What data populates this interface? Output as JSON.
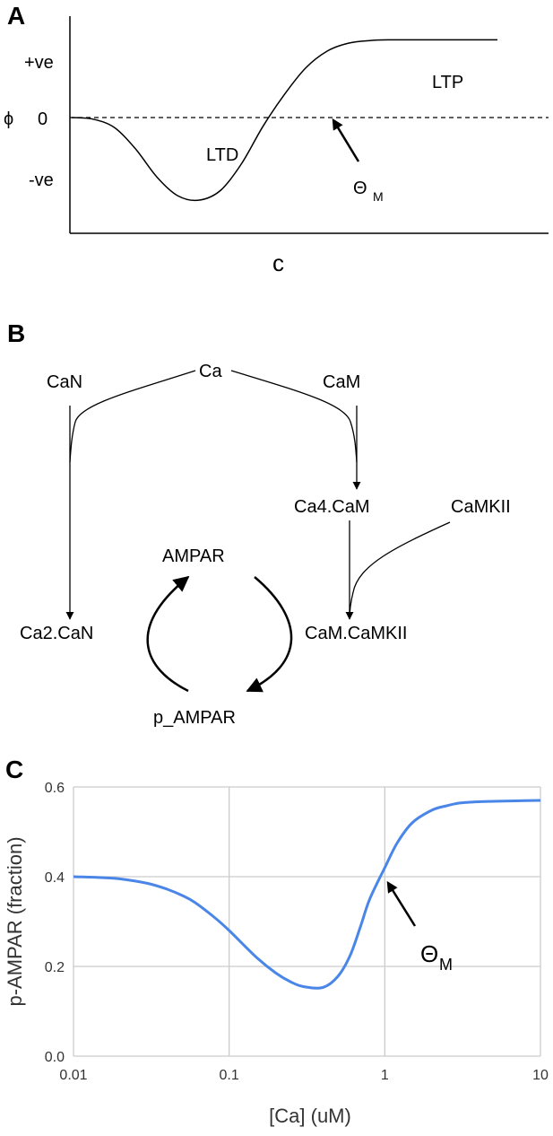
{
  "panel_a": {
    "letter": "A",
    "ylabel": "ϕ",
    "xlabel": "c",
    "tick_pos": "+ve",
    "tick_zero": "0",
    "tick_neg": "-ve",
    "ltd_label": "LTD",
    "ltp_label": "LTP",
    "theta_symbol": "Θ",
    "theta_sub": "M"
  },
  "panel_b": {
    "letter": "B",
    "nodes": {
      "ca": "Ca",
      "can": "CaN",
      "cam": "CaM",
      "ca4cam": "Ca4.CaM",
      "camkii": "CaMKII",
      "ampar": "AMPAR",
      "ca2can": "Ca2.CaN",
      "camcamkii": "CaM.CaMKII",
      "p_ampar": "p_AMPAR"
    }
  },
  "panel_c": {
    "letter": "C",
    "theta_symbol": "Θ",
    "theta_sub": "M"
  },
  "chart_data": [
    {
      "type": "line",
      "panel": "A",
      "xlabel": "c",
      "ylabel": "ϕ",
      "yticks": [
        "+ve",
        "0",
        "-ve"
      ],
      "x": [
        0,
        0.5,
        1,
        1.5,
        2,
        2.5,
        3,
        3.5,
        4,
        4.5,
        5,
        5.5,
        6,
        6.5,
        7,
        7.5,
        8,
        8.5,
        9,
        9.5,
        10
      ],
      "y": [
        0,
        -0.02,
        -0.12,
        -0.38,
        -0.72,
        -0.95,
        -1.0,
        -0.88,
        -0.55,
        -0.1,
        0.35,
        0.75,
        1.0,
        1.12,
        1.16,
        1.17,
        1.17,
        1.17,
        1.17,
        1.17,
        1.17
      ],
      "annotations": [
        "LTD",
        "LTP",
        "ΘM"
      ]
    },
    {
      "type": "line",
      "panel": "C",
      "xlabel": "[Ca] (uM)",
      "ylabel": "p-AMPAR (fraction)",
      "xscale": "log",
      "xlim": [
        0.01,
        10
      ],
      "ylim": [
        0,
        0.6
      ],
      "xticks": [
        "0.01",
        "0.1",
        "1",
        "10"
      ],
      "yticks": [
        "0.0",
        "0.2",
        "0.4",
        "0.6"
      ],
      "grid": true,
      "color": "#4a86e8",
      "x": [
        0.01,
        0.015,
        0.02,
        0.03,
        0.04,
        0.05,
        0.06,
        0.08,
        0.1,
        0.15,
        0.2,
        0.25,
        0.3,
        0.4,
        0.5,
        0.6,
        0.7,
        0.8,
        1,
        1.2,
        1.5,
        2,
        2.5,
        3,
        4,
        5,
        7,
        10
      ],
      "y": [
        0.4,
        0.398,
        0.395,
        0.385,
        0.372,
        0.358,
        0.343,
        0.31,
        0.28,
        0.22,
        0.185,
        0.165,
        0.155,
        0.153,
        0.178,
        0.225,
        0.29,
        0.35,
        0.42,
        0.475,
        0.52,
        0.548,
        0.558,
        0.564,
        0.567,
        0.568,
        0.569,
        0.57
      ],
      "annotations": [
        "ΘM"
      ]
    }
  ]
}
